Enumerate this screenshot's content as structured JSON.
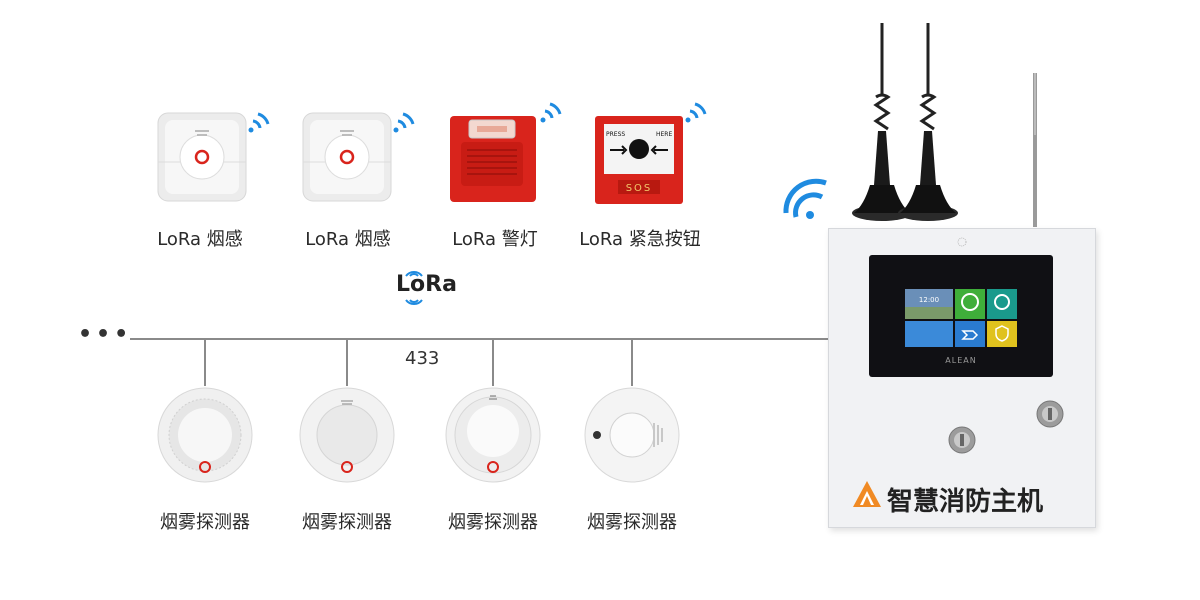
{
  "top_devices": [
    {
      "label": "LoRa 烟感"
    },
    {
      "label": "LoRa 烟感"
    },
    {
      "label": "LoRa 警灯"
    },
    {
      "label": "LoRa 紧急按钮"
    }
  ],
  "call_point_text": {
    "press": "PRESS",
    "here": "HERE",
    "sos": "SOS"
  },
  "lora_logo": "LoRa",
  "bus_label": "433",
  "ellipsis": "•••",
  "bottom_devices": [
    {
      "label": "烟雾探测器"
    },
    {
      "label": "烟雾探测器"
    },
    {
      "label": "烟雾探测器"
    },
    {
      "label": "烟雾探测器"
    }
  ],
  "host": {
    "title": "智慧消防主机",
    "brand": "ALEAN",
    "screen_time": "12:00"
  },
  "colors": {
    "accent_orange": "#f08a24",
    "wifi_blue": "#1f8be0",
    "alarm_red": "#d9241c"
  }
}
